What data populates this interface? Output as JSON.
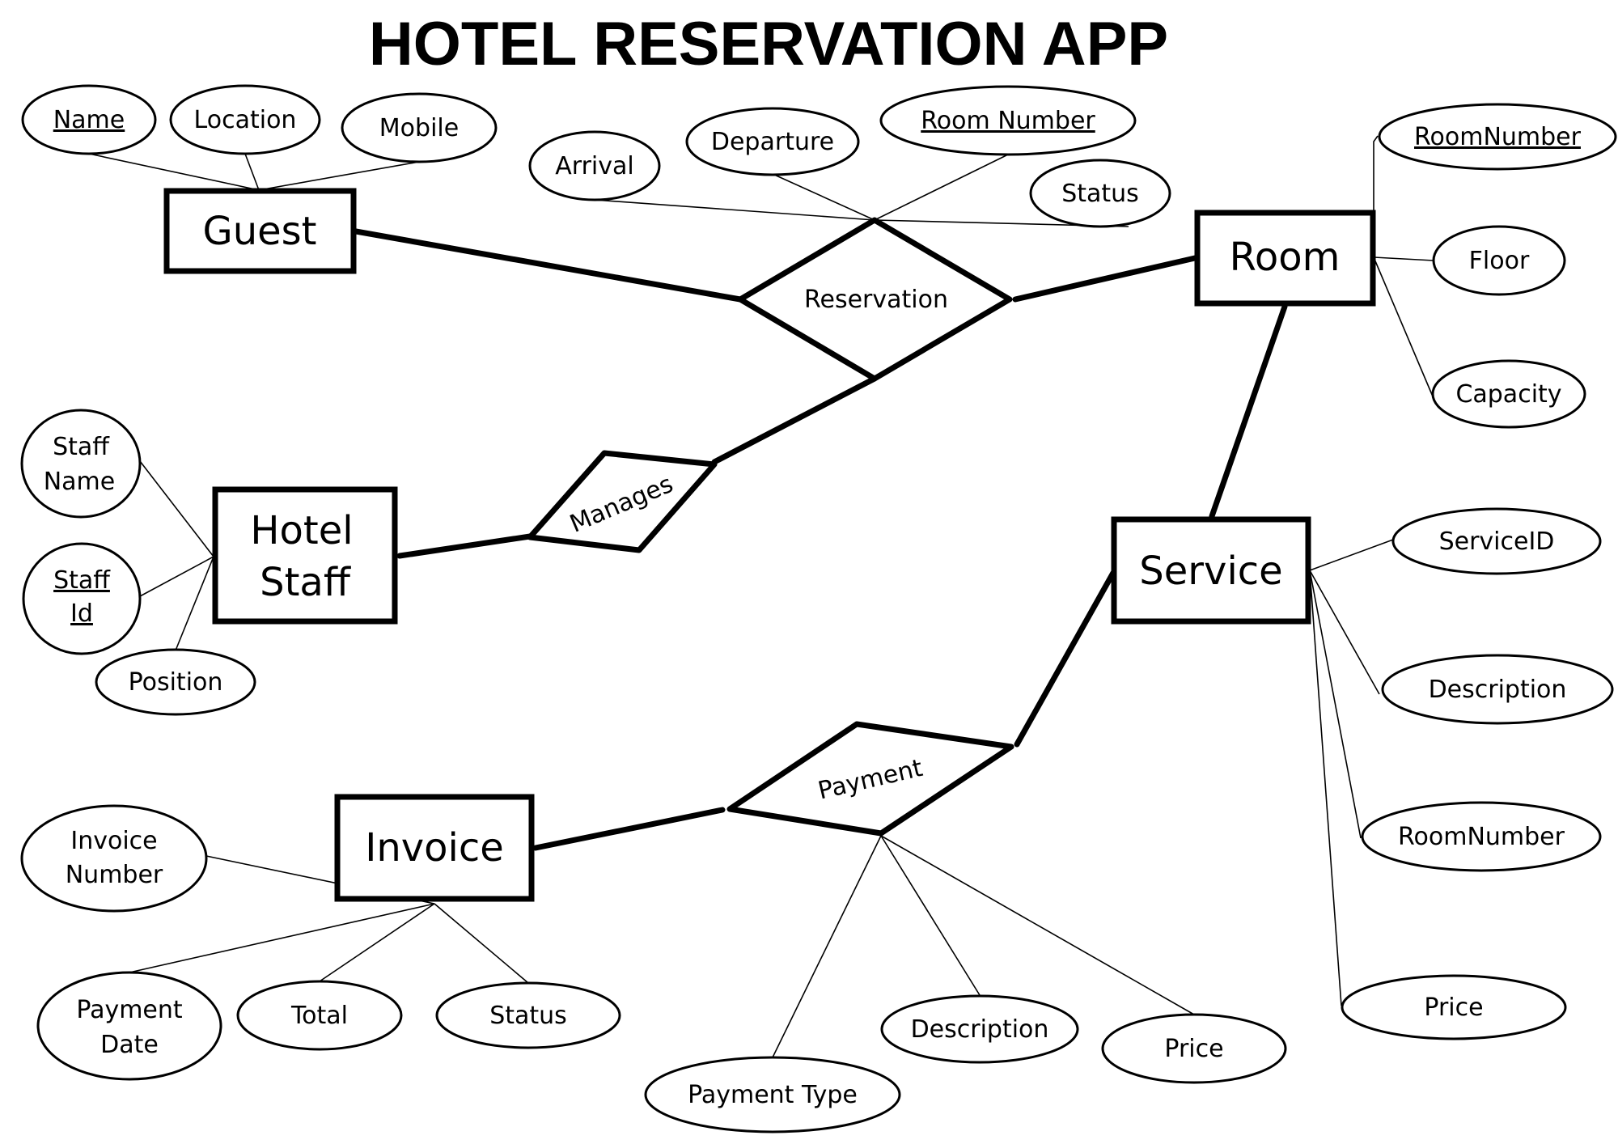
{
  "title": "HOTEL RESERVATION APP",
  "entities": {
    "guest": [
      "Guest"
    ],
    "room": [
      "Room"
    ],
    "hotel_staff": [
      "Hotel",
      "Staff"
    ],
    "service": [
      "Service"
    ],
    "invoice": [
      "Invoice"
    ]
  },
  "relationships": {
    "reservation": "Reservation",
    "manages": "Manages",
    "payment": "Payment"
  },
  "attributes": {
    "guest_name": [
      "Name"
    ],
    "guest_location": [
      "Location"
    ],
    "guest_mobile": [
      "Mobile"
    ],
    "res_arrival": [
      "Arrival"
    ],
    "res_departure": [
      "Departure"
    ],
    "res_room_number": [
      "Room Number"
    ],
    "res_status": [
      "Status"
    ],
    "room_roomnumber": [
      "RoomNumber"
    ],
    "room_floor": [
      "Floor"
    ],
    "room_capacity": [
      "Capacity"
    ],
    "staff_name": [
      "Staff",
      "Name"
    ],
    "staff_id": [
      "Staff",
      "Id"
    ],
    "staff_position": [
      "Position"
    ],
    "service_serviceid": [
      "ServiceID"
    ],
    "service_description": [
      "Description"
    ],
    "service_roomnumber": [
      "RoomNumber"
    ],
    "service_price": [
      "Price"
    ],
    "invoice_number": [
      "Invoice",
      "Number"
    ],
    "invoice_payment_date": [
      "Payment",
      "Date"
    ],
    "invoice_total": [
      "Total"
    ],
    "invoice_status": [
      "Status"
    ],
    "payment_type": [
      "Payment Type"
    ],
    "payment_description": [
      "Description"
    ],
    "payment_price": [
      "Price"
    ]
  }
}
